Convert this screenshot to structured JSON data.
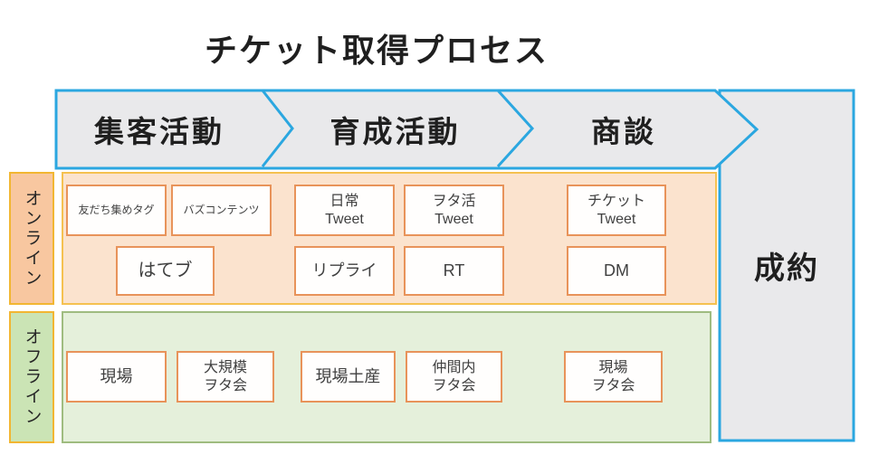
{
  "title": "チケット取得プロセス",
  "process": {
    "stages": [
      "集客活動",
      "育成活動",
      "商談"
    ],
    "result_label": "成約"
  },
  "lanes": [
    {
      "label": "オンライン",
      "boxes": [
        {
          "label": "友だち集めタグ"
        },
        {
          "label": "バズコンテンツ"
        },
        {
          "label": "はてブ"
        },
        {
          "label": "日常\nTweet"
        },
        {
          "label": "ヲタ活\nTweet"
        },
        {
          "label": "リプライ"
        },
        {
          "label": "RT"
        },
        {
          "label": "チケット\nTweet"
        },
        {
          "label": "DM"
        }
      ]
    },
    {
      "label": "オフライン",
      "boxes": [
        {
          "label": "現場"
        },
        {
          "label": "大規模\nヲタ会"
        },
        {
          "label": "現場土産"
        },
        {
          "label": "仲間内\nヲタ会"
        },
        {
          "label": "現場\nヲタ会"
        }
      ]
    }
  ],
  "colors": {
    "accent_blue": "#2BA7E0",
    "band_fill": "#E9E9EB",
    "online_label_fill": "#F8C7A0",
    "online_lane_fill": "#FBE3CE",
    "offline_label_fill": "#CBE4B5",
    "offline_lane_fill": "#E5F0DB",
    "gold_border": "#F2B632",
    "green_border": "#9FBC80",
    "node_border": "#E8935A"
  }
}
